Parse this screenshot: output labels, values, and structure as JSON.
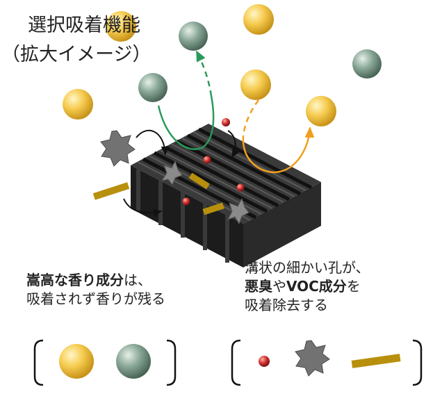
{
  "title": {
    "line1": "選択吸着機能",
    "line2": "（拡大イメージ）"
  },
  "left_caption": {
    "line1_bold_a": "嵩高な香り成分",
    "line1_rest": "は、",
    "line2": "吸着されず香りが残る"
  },
  "right_caption": {
    "line1": "溝状の細かい孔が、",
    "line2_bold_a": "悪臭",
    "line2_mid": "や",
    "line2_bold_b": "VOC成分",
    "line2_rest": "を",
    "line3": "吸着除去する"
  },
  "colors": {
    "fragrance_yellow": "#f2c040",
    "fragrance_green": "#7a9a88",
    "malodor_red": "#c42a2a",
    "star_gray": "#6e6e6e",
    "voc_gold": "#b8900e",
    "adsorbent_dark": "#2e2e2e",
    "arrow_green": "#2a9a5a",
    "arrow_orange": "#f0a020"
  },
  "icons": {
    "large_fragrance_molecule": "sphere",
    "malodor_small_molecule": "small-sphere",
    "malodor_star_molecule": "eight-point-star",
    "voc_molecule": "rod",
    "adsorbent": "grooved-block"
  }
}
